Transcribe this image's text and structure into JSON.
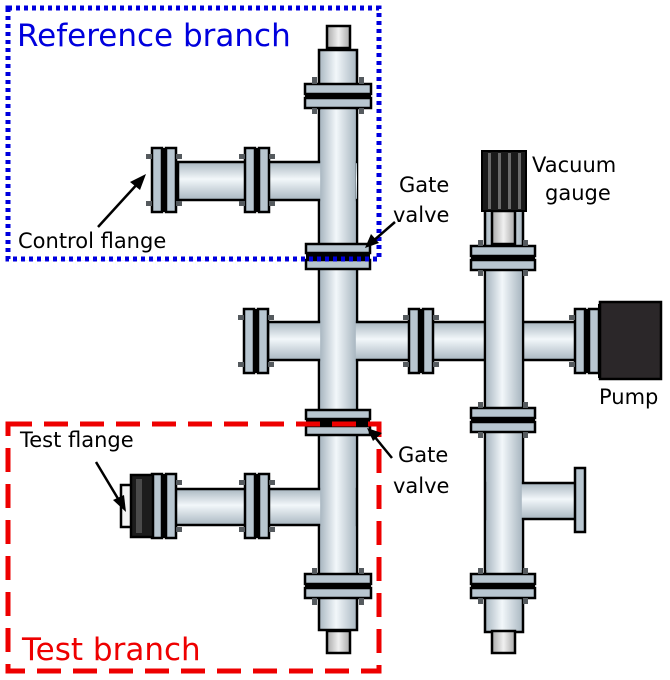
{
  "labels": {
    "reference_branch": "Reference branch",
    "test_branch": "Test branch",
    "control_flange": "Control flange",
    "test_flange": "Test flange",
    "gate_valve_upper": [
      "Gate",
      "valve"
    ],
    "gate_valve_lower": [
      "Gate",
      "valve"
    ],
    "vacuum_gauge": [
      "Vacuum",
      "gauge"
    ],
    "pump": "Pump"
  },
  "colors": {
    "reference_branch": "#0000dd",
    "test_branch": "#ee0000",
    "tube_dark": "#a9b7c1",
    "tube_light": "#f2f7fa",
    "flange": "#b8c6d0",
    "gauge": "#1a1a1a",
    "pump": "#2b2729"
  }
}
